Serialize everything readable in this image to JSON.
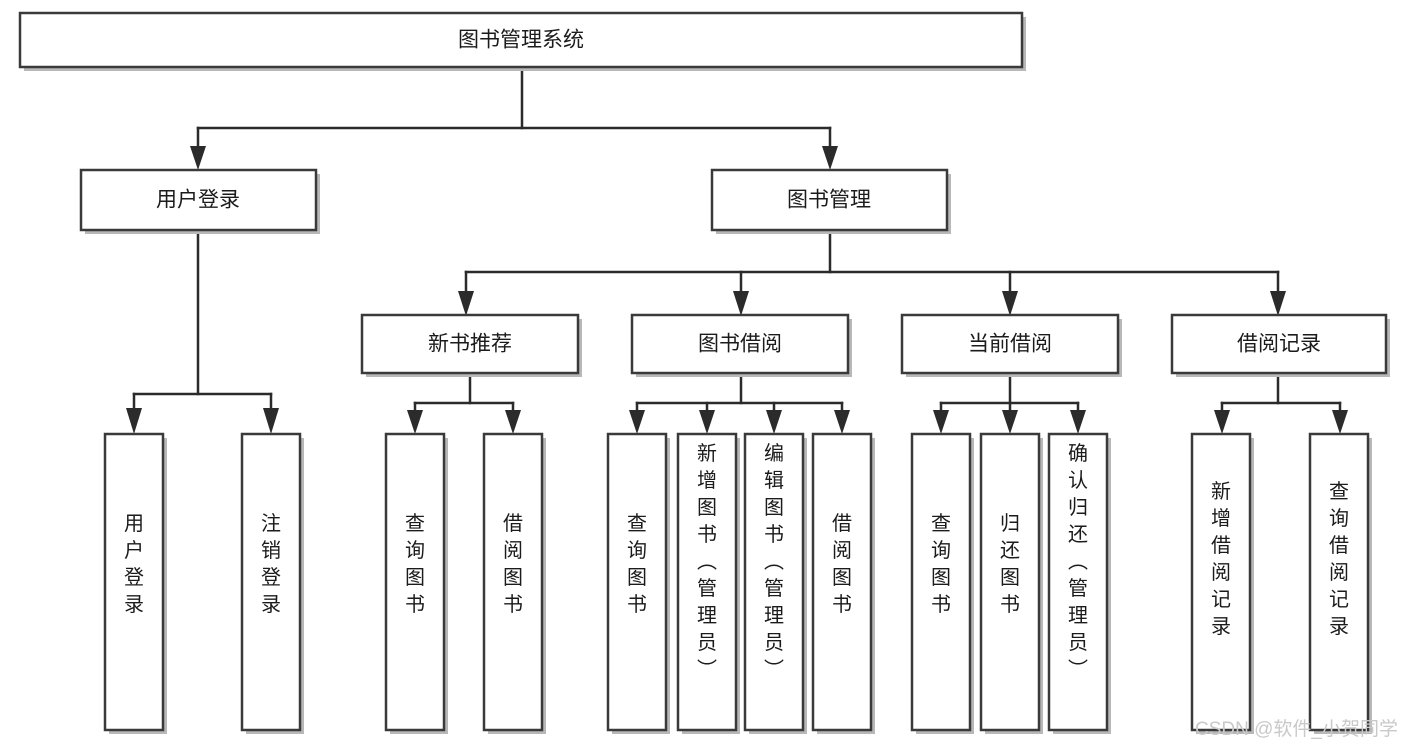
{
  "diagram": {
    "title": "图书管理系统",
    "type": "tree-hierarchy-chart",
    "colors": {
      "box_border": "#3a3a3a",
      "box_fill": "#ffffff",
      "connector": "#2b2b2b",
      "shadow": "#b8b8b8",
      "text": "#1b1b1b",
      "watermark": "#c9c9c9",
      "background": "#ffffff"
    },
    "root": {
      "id": "root",
      "label": "图书管理系统"
    },
    "level2": [
      {
        "id": "user-login",
        "label": "用户登录"
      },
      {
        "id": "book-manage",
        "label": "图书管理"
      }
    ],
    "level3": [
      {
        "id": "new-book-recommend",
        "label": "新书推荐",
        "parent": "book-manage"
      },
      {
        "id": "book-borrow",
        "label": "图书借阅",
        "parent": "book-manage"
      },
      {
        "id": "current-borrow",
        "label": "当前借阅",
        "parent": "book-manage"
      },
      {
        "id": "borrow-record",
        "label": "借阅记录",
        "parent": "book-manage"
      }
    ],
    "leaves": [
      {
        "id": "leaf-user-login",
        "label": "用户登录",
        "parent": "user-login"
      },
      {
        "id": "leaf-user-logout",
        "label": "注销登录",
        "parent": "user-login"
      },
      {
        "id": "leaf-query-book-1",
        "label": "查询图书",
        "parent": "new-book-recommend"
      },
      {
        "id": "leaf-borrow-book-1",
        "label": "借阅图书",
        "parent": "new-book-recommend"
      },
      {
        "id": "leaf-query-book-2",
        "label": "查询图书",
        "parent": "book-borrow"
      },
      {
        "id": "leaf-add-book",
        "label": "新增图书（管理员）",
        "parent": "book-borrow"
      },
      {
        "id": "leaf-edit-book",
        "label": "编辑图书（管理员）",
        "parent": "book-borrow"
      },
      {
        "id": "leaf-borrow-book-2",
        "label": "借阅图书",
        "parent": "book-borrow"
      },
      {
        "id": "leaf-query-book-3",
        "label": "查询图书",
        "parent": "current-borrow"
      },
      {
        "id": "leaf-return-book",
        "label": "归还图书",
        "parent": "current-borrow"
      },
      {
        "id": "leaf-confirm-return",
        "label": "确认归还（管理员）",
        "parent": "current-borrow"
      },
      {
        "id": "leaf-add-record",
        "label": "新增借阅记录",
        "parent": "borrow-record"
      },
      {
        "id": "leaf-query-record",
        "label": "查询借阅记录",
        "parent": "borrow-record"
      }
    ],
    "watermark": "CSDN @软件_小贺同学"
  }
}
